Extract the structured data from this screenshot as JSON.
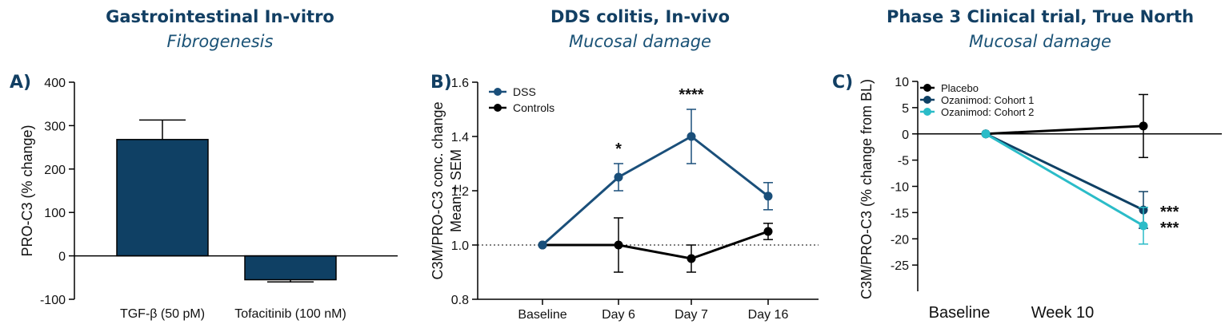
{
  "headers": [
    {
      "title": "Gastrointestinal In-vitro",
      "subtitle": "Fibrogenesis"
    },
    {
      "title": "DDS colitis, In-vivo",
      "subtitle": "Mucosal damage"
    },
    {
      "title": "Phase 3 Clinical trial, True North",
      "subtitle": "Mucosal damage"
    }
  ],
  "colors": {
    "navy": "#0f4064",
    "teal": "#2bbcc8",
    "black": "#000000",
    "header": "#123f63"
  },
  "chart_data": [
    {
      "type": "bar",
      "panel_label": "A)",
      "categories": [
        "TGF-β (50 pM)",
        "Tofacitinib (100 nM)"
      ],
      "values": [
        268,
        -55
      ],
      "errors": [
        45,
        5
      ],
      "ylabel": "PRO-C3 (% change)",
      "ylim": [
        -100,
        400
      ],
      "yticks": [
        -100,
        0,
        100,
        200,
        300,
        400
      ],
      "bar_color": "#0f4064",
      "grid": false
    },
    {
      "type": "line",
      "panel_label": "B)",
      "categories": [
        "Baseline",
        "Day 6",
        "Day 7",
        "Day 16"
      ],
      "series": [
        {
          "name": "DSS",
          "values": [
            1.0,
            1.25,
            1.4,
            1.18
          ],
          "errors": [
            0,
            0.05,
            0.1,
            0.05
          ],
          "color": "#1a4f7a"
        },
        {
          "name": "Controls",
          "values": [
            1.0,
            1.0,
            0.95,
            1.05
          ],
          "errors": [
            0,
            0.1,
            0.05,
            0.03
          ],
          "color": "#000000"
        }
      ],
      "annotations": [
        {
          "category": "Day 6",
          "text": "*"
        },
        {
          "category": "Day 7",
          "text": "****"
        }
      ],
      "ylabel_line1": "C3M/PRO-C3 conc. change",
      "ylabel_line2": "Mean ± SEM",
      "ylim": [
        0.8,
        1.6
      ],
      "yticks": [
        "0.8",
        "1.0",
        "1.2",
        "1.4",
        "1.6"
      ],
      "reference_line": 1.0,
      "legend_position": "top-left",
      "grid": false
    },
    {
      "type": "line",
      "panel_label": "C)",
      "categories": [
        "Baseline",
        "Week 10"
      ],
      "series": [
        {
          "name": "Placebo",
          "values": [
            0,
            1.5
          ],
          "errors": [
            0,
            6
          ],
          "color": "#000000"
        },
        {
          "name": "Ozanimod: Cohort 1",
          "values": [
            0,
            -14.5
          ],
          "errors": [
            0,
            3.5
          ],
          "color": "#0f4064"
        },
        {
          "name": "Ozanimod: Cohort 2",
          "values": [
            0,
            -17.5
          ],
          "errors": [
            0,
            3.5
          ],
          "color": "#2bbcc8"
        }
      ],
      "annotations": [
        {
          "series": "Ozanimod: Cohort 1",
          "text": "***"
        },
        {
          "series": "Ozanimod: Cohort 2",
          "text": "***"
        }
      ],
      "ylabel": "C3M/PRO-C3 (% change from BL)",
      "ylim": [
        -30,
        10
      ],
      "yticks": [
        10,
        5,
        0,
        -5,
        -10,
        -15,
        -20,
        -25
      ],
      "legend_position": "top-left",
      "grid": false
    }
  ]
}
